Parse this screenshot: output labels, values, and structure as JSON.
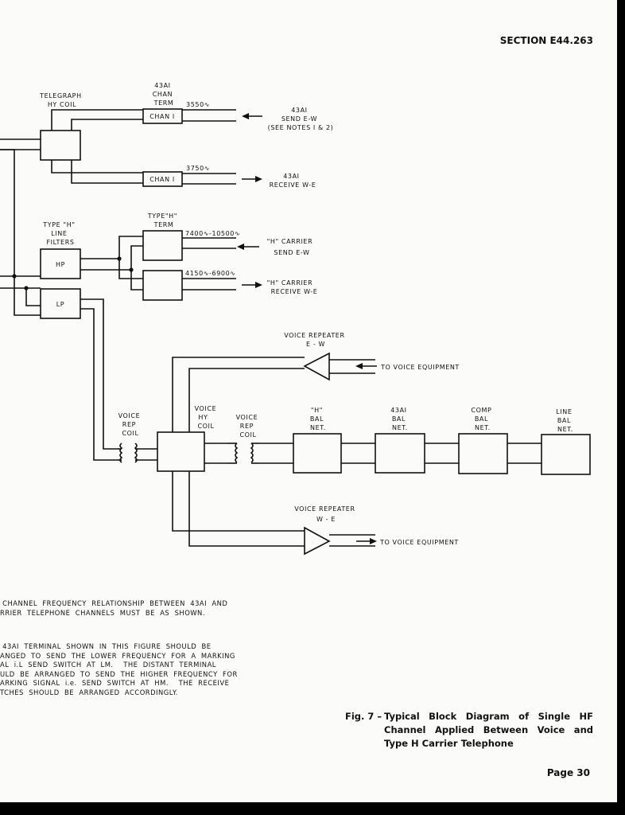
{
  "header": {
    "section": "SECTION E44.263"
  },
  "labels": {
    "telegraph_hy_coil": [
      "TELEGRAPH",
      "HY  COIL"
    ],
    "chan_term": [
      "43AI",
      "CHAN",
      "TERM"
    ],
    "chan_label": "CHAN I",
    "freq_3550": "3550∿",
    "freq_3750": "3750∿",
    "send_43a1": [
      "43AI",
      "SEND  E-W",
      "(SEE  NOTES  I  & 2)"
    ],
    "receive_43a1": [
      "43AI",
      "RECEIVE  W-E"
    ],
    "type_h_filters": [
      "TYPE \"H\"",
      "LINE",
      "FILTERS"
    ],
    "hp": "HP",
    "lp": "LP",
    "type_h_term": [
      "TYPE\"H\"",
      "TERM"
    ],
    "freq_7400": "7400∿-10500∿",
    "freq_4150": "4150∿-6900∿",
    "h_carrier_send": [
      "\"H\" CARRIER",
      "SEND  E-W"
    ],
    "h_carrier_receive": [
      "\"H\" CARRIER",
      "RECEIVE  W-E"
    ],
    "voice_repeater_ew": [
      "VOICE  REPEATER",
      "E - W"
    ],
    "voice_repeater_we": [
      "VOICE  REPEATER",
      "W - E"
    ],
    "to_voice_equipment": "TO  VOICE  EQUIPMENT",
    "voice_rep_coil_left": [
      "VOICE",
      "REP",
      "COIL"
    ],
    "voice_hy_coil": [
      "VOICE",
      "HY",
      "COIL"
    ],
    "voice_rep_coil_right": [
      "VOICE",
      "REP",
      "COIL"
    ],
    "h_bal_net": [
      "\"H\"",
      "BAL",
      "NET."
    ],
    "a1_bal_net": [
      "43AI",
      "BAL",
      "NET."
    ],
    "comp_bal_net": [
      "COMP",
      "BAL",
      "NET."
    ],
    "line_bal_net": [
      "LINE",
      "BAL",
      "NET."
    ]
  },
  "notes": [
    " CHANNEL  FREQUENCY  RELATIONSHIP  BETWEEN  43AI  AND\nRRIER  TELEPHONE  CHANNELS  MUST  BE  AS  SHOWN.",
    " 43AI  TERMINAL  SHOWN  IN  THIS  FIGURE  SHOULD  BE\nANGED  TO  SEND  THE  LOWER  FREQUENCY  FOR  A  MARKING\nAL  i.L  SEND  SWITCH  AT  LM.    THE  DISTANT  TERMINAL\nULD  BE  ARRANGED  TO  SEND  THE  HIGHER  FREQUENCY  FOR\nARKING  SIGNAL  i.e.  SEND  SWITCH  AT  HM.    THE  RECEIVE\nTCHES  SHOULD  BE  ARRANGED  ACCORDINGLY."
  ],
  "caption": {
    "number": "Fig. 7 –",
    "text": "Typical Block Diagram of Single HF Channel Applied Between Voice and Type H Carrier Telephone"
  },
  "footer": {
    "page": "Page 30"
  }
}
